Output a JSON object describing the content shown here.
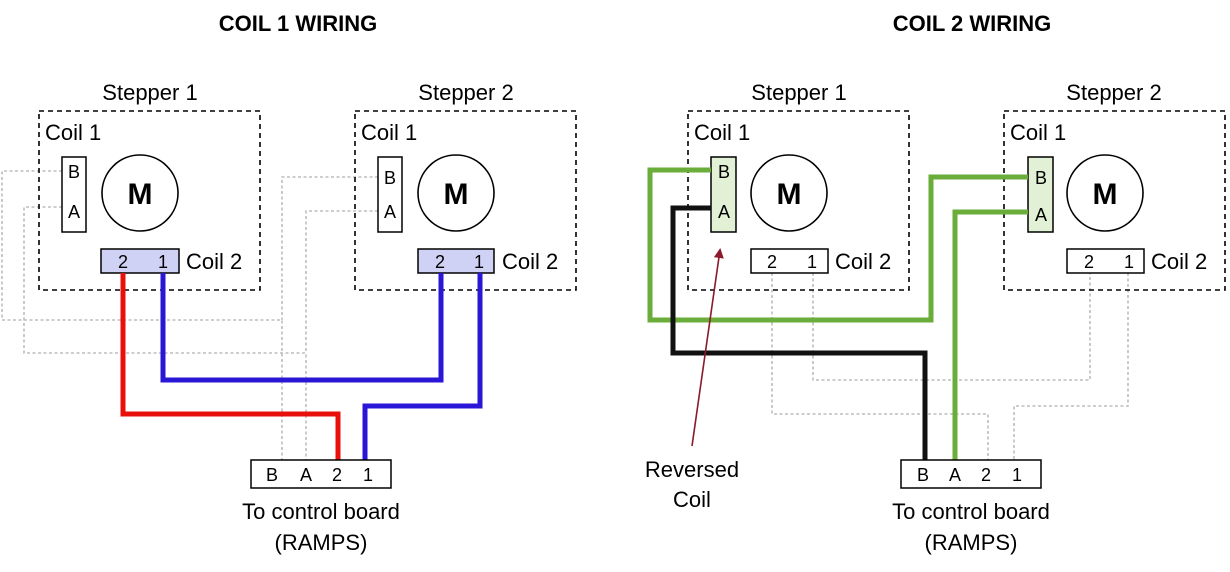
{
  "colors": {
    "red": "#e8100b",
    "blue": "#2a16d6",
    "green": "#6aad3a",
    "black": "#111111",
    "arrow": "#8b1a2b",
    "coil_active_blue": "#d0d2f5",
    "coil_active_green": "#e2f0d5",
    "grey_wire": "#bdbdbd"
  },
  "left": {
    "title": "COIL 1 WIRING",
    "stepper1": {
      "label": "Stepper 1",
      "coil1_label": "Coil 1",
      "coil2_label": "Coil 2",
      "motor": "M",
      "pin_b": "B",
      "pin_a": "A",
      "pin_2": "2",
      "pin_1": "1"
    },
    "stepper2": {
      "label": "Stepper 2",
      "coil1_label": "Coil 1",
      "coil2_label": "Coil 2",
      "motor": "M",
      "pin_b": "B",
      "pin_a": "A",
      "pin_2": "2",
      "pin_1": "1"
    },
    "connector": {
      "pin_b": "B",
      "pin_a": "A",
      "pin_2": "2",
      "pin_1": "1",
      "caption_line1": "To control board",
      "caption_line2": "(RAMPS)"
    }
  },
  "right": {
    "title": "COIL 2 WIRING",
    "stepper1": {
      "label": "Stepper 1",
      "coil1_label": "Coil 1",
      "coil2_label": "Coil 2",
      "motor": "M",
      "pin_b": "B",
      "pin_a": "A",
      "pin_2": "2",
      "pin_1": "1"
    },
    "stepper2": {
      "label": "Stepper 2",
      "coil1_label": "Coil 1",
      "coil2_label": "Coil 2",
      "motor": "M",
      "pin_b": "B",
      "pin_a": "A",
      "pin_2": "2",
      "pin_1": "1"
    },
    "connector": {
      "pin_b": "B",
      "pin_a": "A",
      "pin_2": "2",
      "pin_1": "1",
      "caption_line1": "To control board",
      "caption_line2": "(RAMPS)"
    },
    "annotation": {
      "line1": "Reversed",
      "line2": "Coil"
    }
  }
}
